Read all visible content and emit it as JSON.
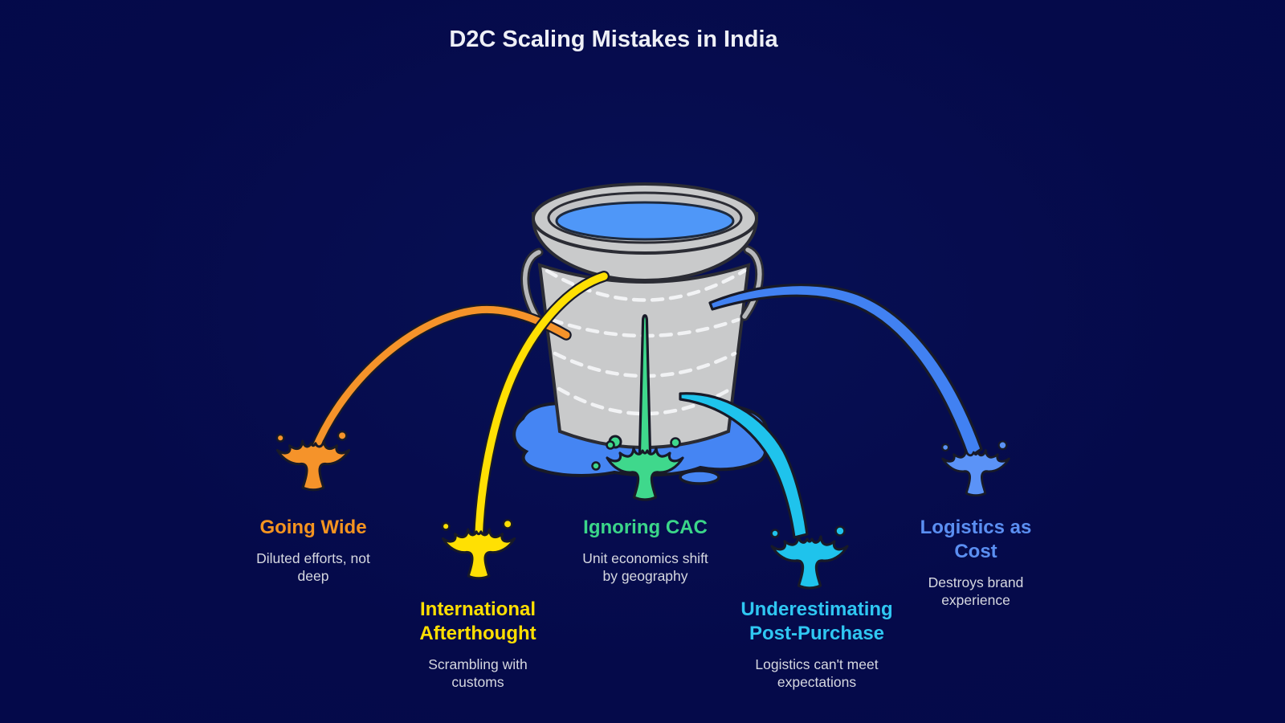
{
  "title": "D2C Scaling Mistakes in India",
  "diagram": {
    "bucket_icon": "leaking-bucket",
    "bucket_contents": "water",
    "splash_icon": "paint-splash"
  },
  "colors": {
    "background": "#050a4a",
    "bucket_gray": "#c9cacb",
    "water_blue": "#4f97f8",
    "puddle_blue": "#4585f3",
    "outline_dark": "#181a28",
    "title_text": "#eef0f6",
    "subtitle_text": "#d6d8e0"
  },
  "mistakes": [
    {
      "label": "Going Wide",
      "description": "Diluted efforts, not deep",
      "color": "#f5941f"
    },
    {
      "label": "International Afterthought",
      "description": "Scrambling with customs",
      "color": "#ffdf00"
    },
    {
      "label": "Ignoring CAC",
      "description": "Unit economics shift by geography",
      "color": "#3bd689"
    },
    {
      "label": "Underestimating Post-Purchase",
      "description": "Logistics can't meet expectations",
      "color": "#2fc7f2"
    },
    {
      "label": "Logistics as Cost",
      "description": "Destroys brand experience",
      "color": "#5b8ff2"
    }
  ]
}
